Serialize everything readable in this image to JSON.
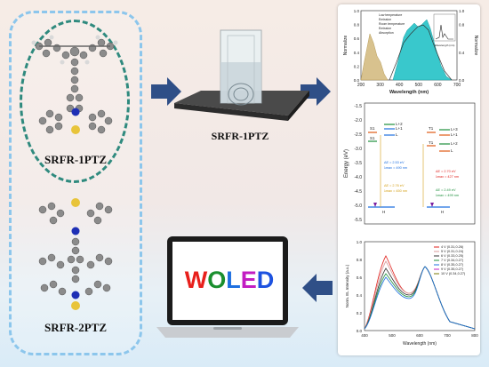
{
  "molecules": {
    "top_label": "SRFR-1PTZ",
    "bottom_label": "SRFR-2PTZ"
  },
  "cuvette": {
    "label": "SRFR-1PTZ"
  },
  "laptop": {
    "screen_text": [
      "W",
      "O",
      "L",
      "E",
      "D"
    ],
    "screen_colors": [
      "#e8201c",
      "#1a8f2e",
      "#1d6fe0",
      "#c21dc2",
      "#1d52e0"
    ]
  },
  "arrows": {
    "color": "#2f4f87"
  },
  "spectrum_chart": {
    "legend": [
      "Low temperature",
      "Emission",
      "Room temperature",
      "Emission",
      "Absorption"
    ],
    "xlabel": "Wavelength (nm)",
    "ylabel_left": "Normalize",
    "ylabel_right": "Normalize",
    "xticks": [
      "200",
      "300",
      "400",
      "500",
      "600",
      "700"
    ],
    "yticks": [
      "0.0",
      "0.2",
      "0.4",
      "0.6",
      "0.8",
      "1.0"
    ],
    "inset_xlabel": "Wavelength (nm)"
  },
  "energy_chart": {
    "ylabel": "Energy (eV)",
    "yticks": [
      "-1.5",
      "-2.0",
      "-2.5",
      "-3.0",
      "-3.5",
      "-4.0",
      "-4.5",
      "-5.0",
      "-5.5"
    ],
    "state_labels": [
      "S1",
      "S1",
      "T1",
      "T1"
    ],
    "level_labels": [
      "L+2",
      "L+1",
      "L",
      "L+2",
      "L+1",
      "L",
      "L+3",
      "L+1",
      "L+2",
      "L",
      "L+3",
      "L+1"
    ],
    "homo": [
      "H",
      "H"
    ],
    "annotations": [
      "ΔE = 2.53 eV",
      "λmax = 490 nm",
      "ΔE = 2.76 eV",
      "λmax = 450 nm",
      "ΔE = 2.70 eV",
      "λmax = 427 nm",
      "ΔE = 2.49 eV",
      "λmax = 499 nm"
    ]
  },
  "el_chart": {
    "ylabel": "Norm. EL Intensity (a.u.)",
    "xlabel": "Wavelength (nm)",
    "xticks": [
      "400",
      "500",
      "600",
      "700",
      "800"
    ],
    "yticks": [
      "0.0",
      "0.2",
      "0.4",
      "0.6",
      "0.8",
      "1.0"
    ],
    "legend": [
      "4 V (0.31,0.26)",
      "5 V (0.31,0.24)",
      "6 V (0.33,0.25)",
      "7 V (0.34,0.27)",
      "8 V (0.35,0.27)",
      "9 V (0.35,0.27)",
      "10 V (0.34,0.27)"
    ]
  }
}
